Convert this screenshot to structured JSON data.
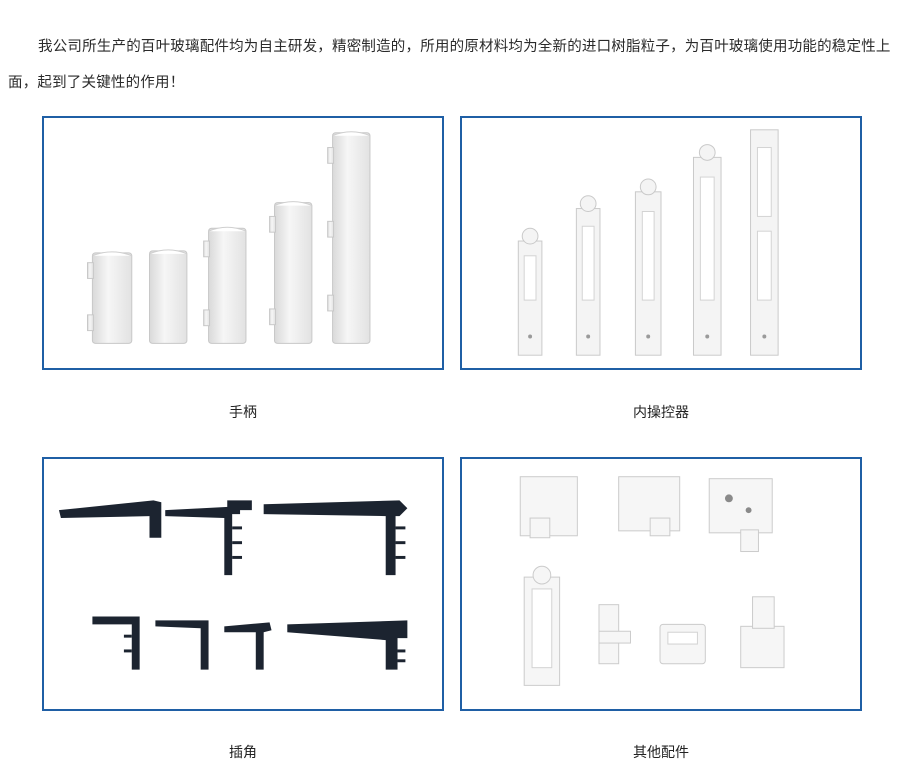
{
  "intro": "我公司所生产的百叶玻璃配件均为自主研发，精密制造的，所用的原材料均为全新的进口树脂粒子，为百叶玻璃使用功能的稳定性上面，起到了关键性的作用！",
  "products": [
    {
      "caption": "手柄"
    },
    {
      "caption": "内操控器"
    },
    {
      "caption": "插角"
    },
    {
      "caption": "其他配件"
    }
  ],
  "colors": {
    "frame": "#1f5fa5",
    "white_part": "#f2f2f2",
    "dark_part": "#1c2430"
  }
}
